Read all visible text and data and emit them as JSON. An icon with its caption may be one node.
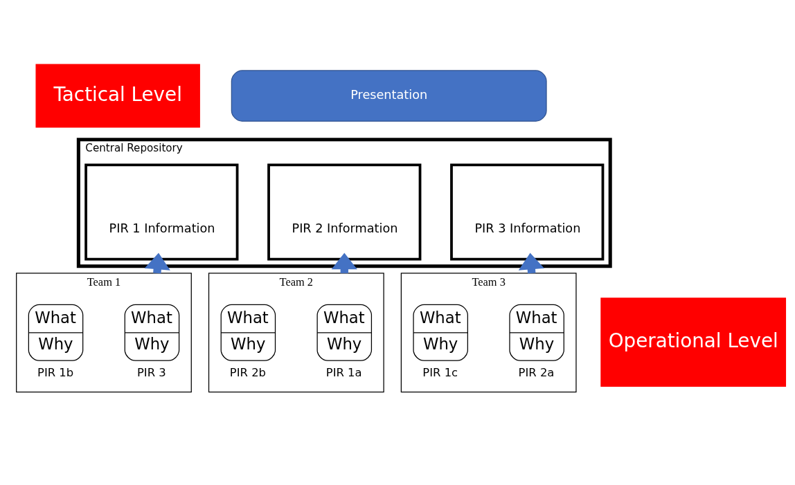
{
  "diagram": {
    "nodes": [
      {
        "text": [
          "Tactical Level"
        ]
      },
      {
        "text": [
          "Presentation"
        ]
      },
      {
        "text": [
          "Central Repository"
        ]
      },
      {
        "text": [
          "PIR 1 Information"
        ],
        "in": 2
      },
      {
        "text": [
          "PIR 2 Information"
        ],
        "in": 2
      },
      {
        "text": [
          "PIR 3 Information"
        ],
        "in": 2
      },
      {
        "text": [
          "Operational Level"
        ]
      },
      {
        "text": [
          "Team 1"
        ]
      },
      {
        "text": [
          "What",
          "Why"
        ],
        "in": 7,
        "beside": [
          "PIR 3"
        ]
      },
      {
        "text": [
          "What",
          "Why"
        ],
        "in": 7,
        "beside": [
          "PIR 1b"
        ]
      },
      {
        "text": [
          "Team 2"
        ]
      },
      {
        "text": [
          "What",
          "Why"
        ],
        "in": 10,
        "beside": [
          "PIR 1a"
        ]
      },
      {
        "text": [
          "What",
          "Why"
        ],
        "in": 10,
        "beside": [
          "PIR 2b"
        ]
      },
      {
        "text": [
          "Team 3"
        ]
      },
      {
        "text": [
          "What",
          "Why"
        ],
        "in": 13,
        "beside": [
          "PIR 2a"
        ]
      },
      {
        "text": [
          "What",
          "Why"
        ],
        "in": 13,
        "beside": [
          "PIR 1c"
        ]
      }
    ],
    "edges": [
      {
        "from": 7,
        "to": 3,
        "arrow": "to"
      },
      {
        "from": 10,
        "to": 4,
        "arrow": "to"
      },
      {
        "from": 13,
        "to": 5,
        "arrow": "to"
      }
    ]
  }
}
